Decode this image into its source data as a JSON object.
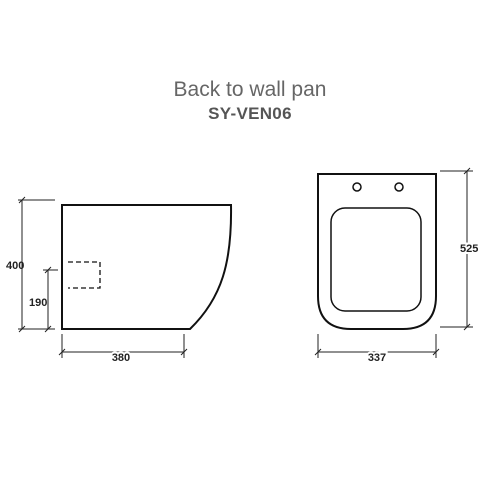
{
  "title": "Back to wall pan",
  "model": "SY-VEN06",
  "side_view": {
    "height": "400",
    "inlet_height": "190",
    "depth": "380"
  },
  "top_view": {
    "length": "525",
    "width": "337"
  },
  "colors": {
    "outline": "#111111",
    "dimension": "#222222",
    "title": "#666666"
  }
}
